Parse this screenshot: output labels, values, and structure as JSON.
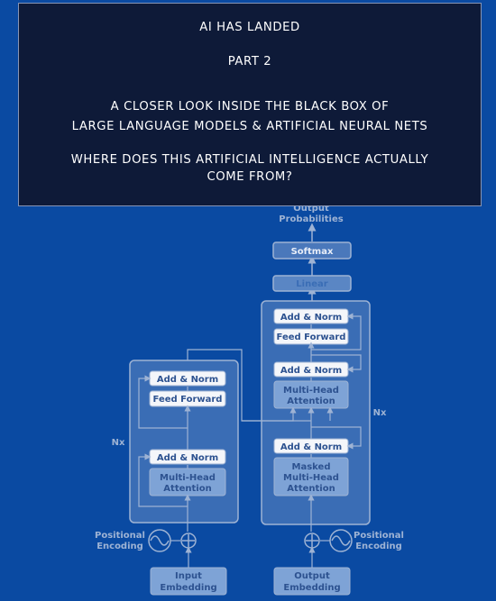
{
  "card": {
    "line1": "AI HAS LANDED",
    "line2": "PART 2",
    "line3": "A CLOSER LOOK INSIDE THE BLACK BOX OF",
    "line4": "LARGE LANGUAGE MODELS & ARTIFICIAL NEURAL NETS",
    "line5": "WHERE DOES THIS ARTIFICIAL INTELLIGENCE ACTUALLY",
    "line6": "COME FROM?"
  },
  "diagram": {
    "output_probabilities_1": "Output",
    "output_probabilities_2": "Probabilities",
    "softmax": "Softmax",
    "linear": "Linear",
    "add_norm": "Add & Norm",
    "feed_forward": "Feed Forward",
    "multi_head_1": "Multi-Head",
    "multi_head_2": "Attention",
    "masked_1": "Masked",
    "masked_2": "Multi-Head",
    "masked_3": "Attention",
    "nx": "Nx",
    "positional_1": "Positional",
    "positional_2": "Encoding",
    "input_embedding_1": "Input",
    "input_embedding_2": "Embedding",
    "output_embedding_1": "Output",
    "output_embedding_2": "Embedding"
  },
  "colors": {
    "background": "#0a4aa2",
    "card": "#0e1a38",
    "block": "#3a6db5",
    "sub_block": "#7ea3d6",
    "white_box": "#f4f6fa",
    "line": "#9eb3d4"
  }
}
